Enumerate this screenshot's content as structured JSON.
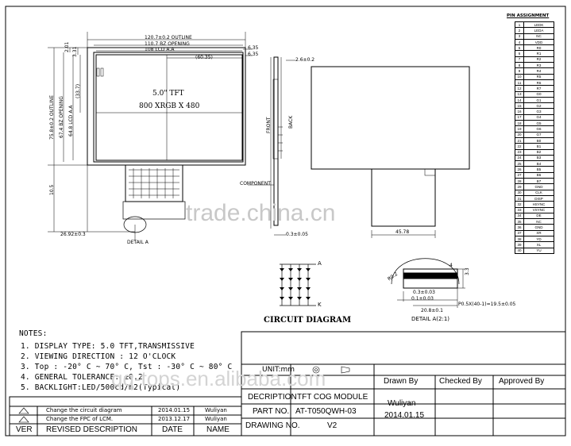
{
  "dimensions": {
    "outline_w": "120.7±0.2 OUTLINE",
    "bz_w": "110.7 BZ OPENING",
    "aa_w": "108 LCD A.A",
    "half_w": "(60.35)",
    "top_left_a": "2.01",
    "top_left_b": "3.31",
    "right_top": "6.35",
    "outline_h": "75.8±0.2 OUTLINE",
    "bz_h": "67.4 BZ OPENING",
    "aa_h": "64.8 LCD A.A",
    "half_h": "(33.7)",
    "left_bottom": "10.5",
    "bottom_left": "26.92±0.3",
    "thickness": "2.6±0.2",
    "fpc_thick": "0.3±0.05",
    "fpc_width": "45.78",
    "detail_a": "DETAIL A",
    "front": "FRONT",
    "back": "BACK",
    "component": "COMPONENT"
  },
  "screen": {
    "line1": "5.0\" TFT",
    "line2": "800 XRGB X 480"
  },
  "pin_table": {
    "title": "PIN ASSIGNMENT",
    "pins": [
      "LEDK",
      "LEDA",
      "NC",
      "VDD",
      "R0",
      "R1",
      "R2",
      "R3",
      "R4",
      "R5",
      "R6",
      "R7",
      "G0",
      "G1",
      "G2",
      "G3",
      "G4",
      "G5",
      "G6",
      "G7",
      "B0",
      "B1",
      "B2",
      "B3",
      "B4",
      "B5",
      "B6",
      "B7",
      "GND",
      "CLK",
      "DISP",
      "HSYNC",
      "VSYNC",
      "DE",
      "NC",
      "GND",
      "XR",
      "YD",
      "XL",
      "YU"
    ]
  },
  "circuit": {
    "title": "CIRCUIT DIAGRAM",
    "anode": "A",
    "cathode": "K"
  },
  "detail": {
    "r_label": "R0.2",
    "dim_0_3": "0.3±0.03",
    "dim_0_1": "0.1±0.03",
    "dim_20": "20.8±0.1",
    "dim_pitch": "P0.5X(40-1)=19.5±0.05",
    "dim_3_3": "3.3",
    "dim_4": "4",
    "title": "DETAIL  A(2:1)"
  },
  "notes": {
    "heading": "NOTES:",
    "items": [
      "1. DISPLAY TYPE: 5.0 TFT,TRANSMISSIVE",
      "2. VIEWING DIRECTION : 12 O'CLOCK",
      "3. Top : -20° C ~ 70° C, Tst : -30° C ~ 80° C",
      "4. GENERAL TOLERANCE: ±0.2",
      "5. BACKLIGHT:LED/500cd/m2(Typical)"
    ]
  },
  "revisions": {
    "rows": [
      {
        "ver": "",
        "desc": "Change the circuit diagram",
        "date": "2014.01.15",
        "name": "Wuliyan"
      },
      {
        "ver": "",
        "desc": "Change the FPC of LCM.",
        "date": "2013.12.17",
        "name": "Wuliyan"
      }
    ],
    "headers": {
      "ver": "VER",
      "desc": "REVISED DESCRIPTION",
      "date": "DATE",
      "name": "NAME"
    }
  },
  "title_block": {
    "unit": "UNIT:mm",
    "desc_label": "DECRIPTION",
    "desc_value": "TFT COG MODULE",
    "part_label": "PART NO.",
    "part_value": "AT-T050QWH-03",
    "drawing_label": "DRAWING NO.",
    "drawing_value": "V2",
    "drawn_by": "Drawn By",
    "checked_by": "Checked By",
    "approved_by": "Approved By",
    "drawer": "Wuliyan",
    "drawn_date": "2014.01.15"
  },
  "watermarks": {
    "wm1": "trade.china.cn",
    "wm2": "qq-tops.en.alibaba.com"
  }
}
